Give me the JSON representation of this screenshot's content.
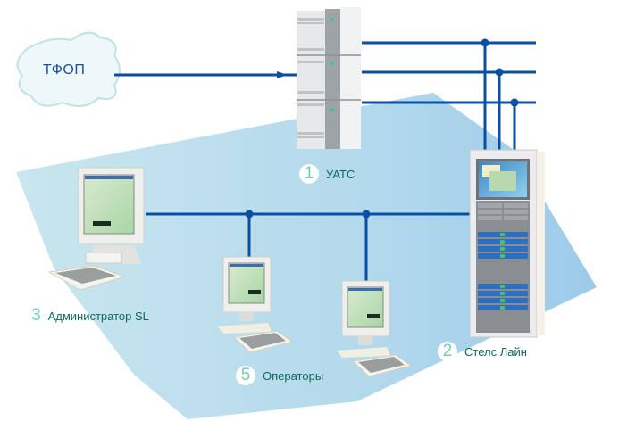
{
  "diagram": {
    "title": "Network topology: ТФОП – УАТС – Стелс Лайн",
    "nodes": {
      "pstn": {
        "label": "ТФОП"
      },
      "pbx": {
        "number": "1",
        "label": "УАТС"
      },
      "server": {
        "number": "2",
        "label": "Стелс Лайн"
      },
      "admin": {
        "number": "3",
        "label": "Администратор SL"
      },
      "operators": {
        "number": "5",
        "label": "Операторы"
      }
    },
    "colors": {
      "line": "#0a4fa3",
      "plane": "#a9d3ea",
      "label_text": "#0d6a5a",
      "label_number": "#7ac9b8",
      "cloud_text": "#1a4f9a"
    },
    "connections": [
      {
        "from": "pstn",
        "to": "pbx",
        "type": "arrow"
      },
      {
        "from": "pbx",
        "to": "server",
        "count": 3
      },
      {
        "from": "server",
        "to": "admin"
      },
      {
        "from": "server",
        "to": "operators",
        "count": 2
      }
    ]
  }
}
